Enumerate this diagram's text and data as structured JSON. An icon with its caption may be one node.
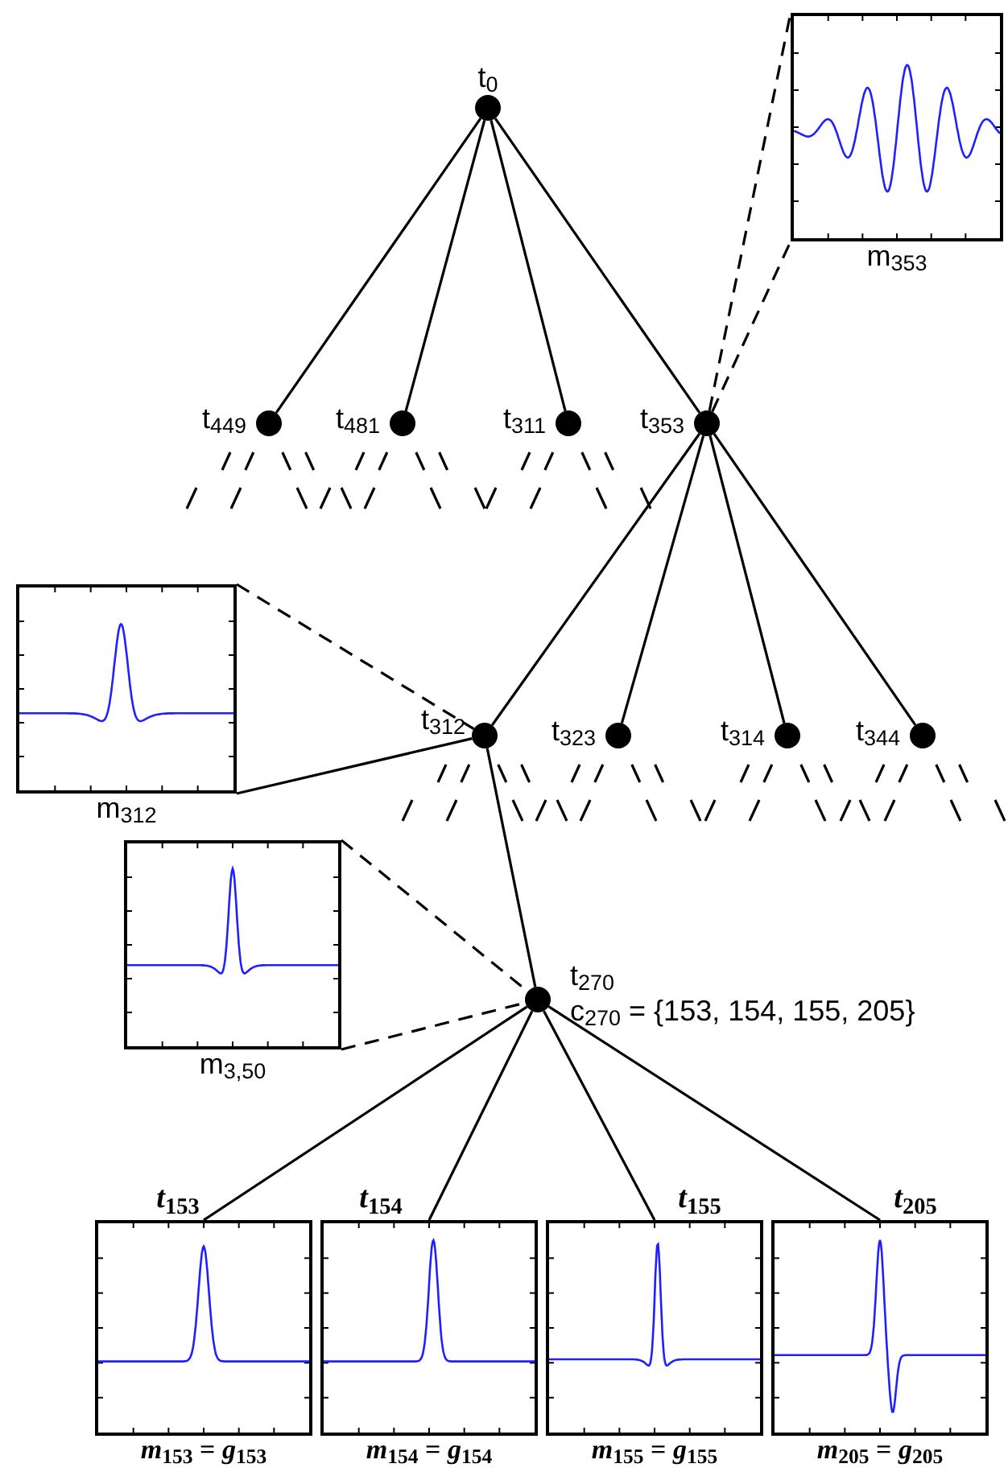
{
  "diagram": {
    "nodes": [
      {
        "text": [
          "t$_{0}$"
        ]
      },
      {
        "text": [
          "t$_{449}$"
        ]
      },
      {
        "text": [
          "t$_{481}$"
        ]
      },
      {
        "text": [
          "t$_{311}$"
        ]
      },
      {
        "text": [
          "t$_{353}$"
        ]
      },
      {
        "text": [
          "m$_{353}$"
        ]
      },
      {
        "text": [
          "t$_{312}$"
        ]
      },
      {
        "text": [
          "t$_{323}$"
        ]
      },
      {
        "text": [
          "t$_{314}$"
        ]
      },
      {
        "text": [
          "t$_{344}$"
        ]
      },
      {
        "text": [
          "m$_{312}$"
        ]
      },
      {
        "text": [
          "t$_{270}$",
          "c$_{270}$ = {153, 154, 155, 205}"
        ]
      },
      {
        "text": [
          "m$_{3,50}$"
        ]
      },
      {
        "text": [
          "*t*$_{153}$",
          "*m*$_{153}$ = *g*$_{153}$"
        ]
      },
      {
        "text": [
          "*t*$_{154}$",
          "*m*$_{154}$ = *g*$_{154}$"
        ]
      },
      {
        "text": [
          "*t*$_{155}$",
          "*m*$_{155}$ = *g*$_{155}$"
        ]
      },
      {
        "text": [
          "*t*$_{205}$",
          "*m*$_{205}$ = *g*$_{205}$"
        ]
      }
    ],
    "edges": [
      {
        "from": 0,
        "to": 1,
        "arrow": "none"
      },
      {
        "from": 0,
        "to": 2,
        "arrow": "none"
      },
      {
        "from": 0,
        "to": 3,
        "arrow": "none"
      },
      {
        "from": 0,
        "to": 4,
        "arrow": "none"
      },
      {
        "from": 4,
        "to": 5,
        "arrow": "none",
        "style": "dashed"
      },
      {
        "from": 4,
        "to": 6,
        "arrow": "none"
      },
      {
        "from": 4,
        "to": 7,
        "arrow": "none"
      },
      {
        "from": 4,
        "to": 8,
        "arrow": "none"
      },
      {
        "from": 4,
        "to": 9,
        "arrow": "none"
      },
      {
        "from": 10,
        "to": 6,
        "arrow": "none",
        "style": "dashed"
      },
      {
        "from": 10,
        "to": 6,
        "arrow": "none"
      },
      {
        "from": 12,
        "to": 11,
        "arrow": "none",
        "style": "dashed"
      },
      {
        "from": 6,
        "to": 11,
        "arrow": "none"
      },
      {
        "from": 11,
        "to": 13,
        "arrow": "none"
      },
      {
        "from": 11,
        "to": 14,
        "arrow": "none"
      },
      {
        "from": 11,
        "to": 15,
        "arrow": "none"
      },
      {
        "from": 11,
        "to": 16,
        "arrow": "none"
      }
    ]
  }
}
